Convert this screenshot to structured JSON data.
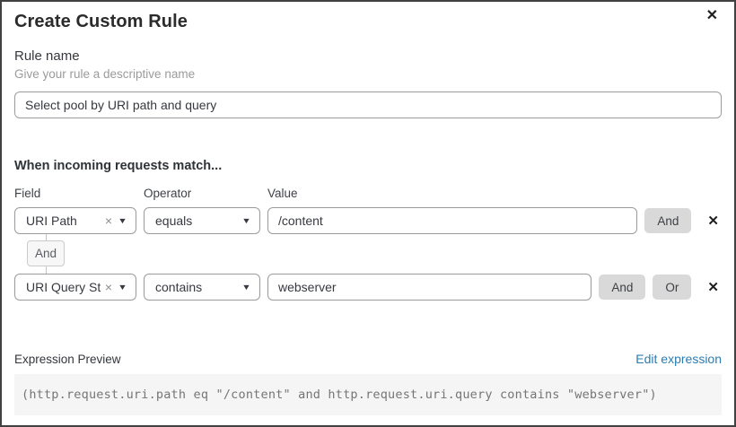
{
  "dialog": {
    "title": "Create Custom Rule"
  },
  "icons": {
    "close": "✕",
    "clear": "×",
    "chevron_down": "▼",
    "remove_condition": "✕"
  },
  "rule_name": {
    "label": "Rule name",
    "hint": "Give your rule a descriptive name",
    "value": "Select pool by URI path and query"
  },
  "matcher": {
    "heading": "When incoming requests match...",
    "columns": {
      "field": "Field",
      "operator": "Operator",
      "value": "Value"
    },
    "connector_label": "And",
    "rows": [
      {
        "field": "URI Path",
        "operator": "equals",
        "value": "/content",
        "buttons": [
          "And"
        ]
      },
      {
        "field": "URI Query St...",
        "operator": "contains",
        "value": "webserver",
        "buttons": [
          "And",
          "Or"
        ]
      }
    ]
  },
  "expression_preview": {
    "label": "Expression Preview",
    "edit_link": "Edit expression",
    "expression": "(http.request.uri.path eq \"/content\" and http.request.uri.query contains \"webserver\")"
  },
  "colors": {
    "link_blue": "#2c7cb0",
    "button_gray": "#d9d9d9",
    "badge_background": "#f7f7f7",
    "code_background": "#f5f5f5",
    "input_border_gray": "#9b9b9b"
  }
}
